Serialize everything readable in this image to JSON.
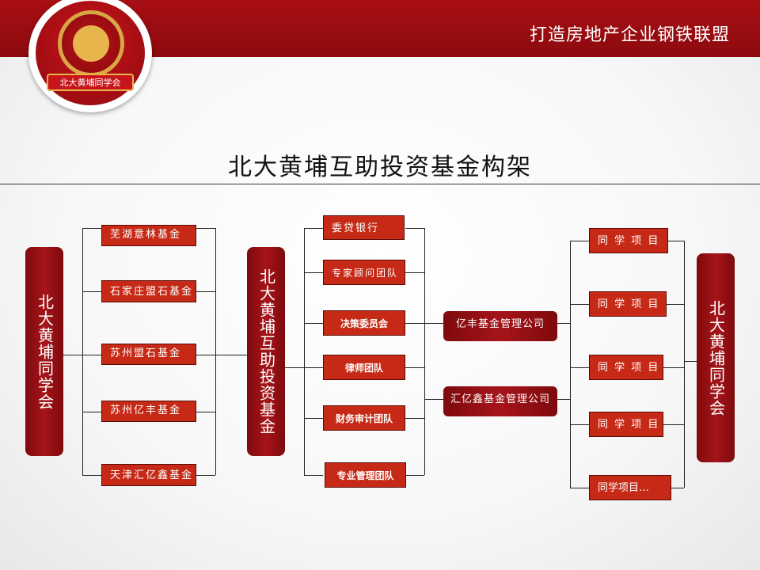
{
  "header": {
    "slogan": "打造房地产企业钢铁联盟",
    "logo_ribbon": "北大黄埔同学会"
  },
  "title": "北大黄埔互助投资基金构架",
  "left_node": "北大黄埔同学会",
  "center_node": "北大黄埔互助投资基金",
  "right_node": "北大黄埔同学会",
  "funds": [
    "芜湖意林基金",
    "石家庄盟石基金",
    "苏州盟石基金",
    "苏州亿丰基金",
    "天津汇亿鑫基金"
  ],
  "teams": [
    "委贷银行",
    "专家顾问团队",
    "决策委员会",
    "律师团队",
    "财务审计团队",
    "专业管理团队"
  ],
  "companies": [
    "亿丰基金管理公司",
    "汇亿鑫基金管理公司"
  ],
  "projects": [
    "同 学 项 目",
    "同 学 项 目",
    "同 学 项 目",
    "同 学 项 目",
    "同学项目…"
  ],
  "colors": {
    "brand_red": "#a80f14",
    "box_red": "#c62a16",
    "dark_red": "#8c0a0e",
    "gold": "#d9a646"
  }
}
